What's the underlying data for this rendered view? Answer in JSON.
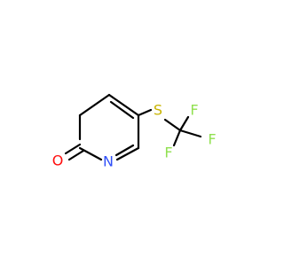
{
  "molecule": {
    "atoms": {
      "oxygen": "O",
      "nitrogen": "N",
      "sulfur": "S",
      "fluorine_top": "F",
      "fluorine_right": "F",
      "fluorine_bottom": "F"
    },
    "colors": {
      "bond": "#000000",
      "oxygen": "#ff0d0d",
      "nitrogen": "#3050f8",
      "sulfur": "#c8b400",
      "fluorine": "#90e050"
    }
  }
}
